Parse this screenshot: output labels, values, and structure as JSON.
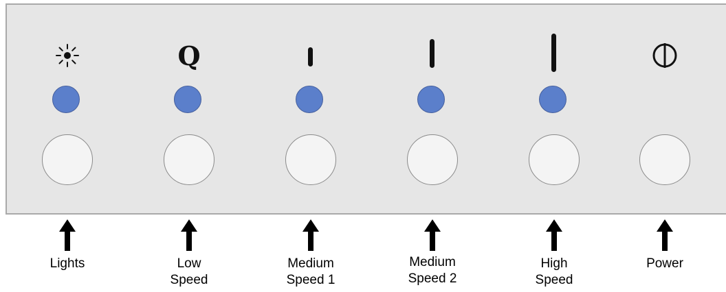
{
  "controls": [
    {
      "name": "lights",
      "symbol": "sun-icon",
      "has_indicator": true,
      "label_lines": [
        "Lights"
      ]
    },
    {
      "name": "low-speed",
      "symbol": "q-icon",
      "has_indicator": true,
      "label_lines": [
        "Low",
        "Speed"
      ]
    },
    {
      "name": "medium-speed-1",
      "symbol": "bar-short-icon",
      "has_indicator": true,
      "label_lines": [
        "Medium",
        "Speed 1"
      ]
    },
    {
      "name": "medium-speed-2",
      "symbol": "bar-medium-icon",
      "has_indicator": true,
      "label_lines": [
        "Medium",
        "Speed 2"
      ]
    },
    {
      "name": "high-speed",
      "symbol": "bar-tall-icon",
      "has_indicator": true,
      "label_lines": [
        "High",
        "Speed"
      ]
    },
    {
      "name": "power",
      "symbol": "power-icon",
      "has_indicator": false,
      "label_lines": [
        "Power"
      ]
    }
  ],
  "q_glyph": "Q",
  "colors": {
    "panel": "#e6e6e6",
    "indicator": "#5b7fcb",
    "button": "#f4f4f4"
  }
}
